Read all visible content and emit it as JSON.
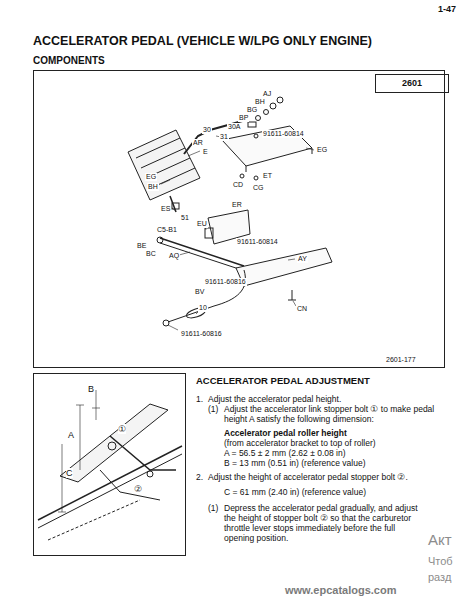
{
  "diagram": {
    "title": "ACCELERATOR PEDAL (VEHICLE W/LPG ONLY ENGINE)",
    "nodes": [
      {
        "text": [
          "COMPONENTS"
        ]
      },
      {
        "text": [
          "2601"
        ],
        "in": 0
      }
    ],
    "labels": [
      "1-47",
      "AJ",
      "BH",
      "BG",
      "BP",
      "30A",
      "31",
      "30",
      "91611-60814",
      "AR",
      "E",
      "EG",
      "BH",
      "EG",
      "CD",
      "CG",
      "ET",
      "ES",
      "51",
      "EU",
      "ER",
      "91611-60814",
      "C5-B1",
      "BE",
      "BC",
      "AQ",
      "AY",
      "91611-60816",
      "BV",
      "10",
      "CN",
      "91611-60816",
      "2601-177",
      "B",
      "A",
      "①",
      "C",
      "②",
      "ACCELERATOR PEDAL ADJUSTMENT",
      "1.",
      "Adjust the accelerator pedal height.",
      "(1)",
      "Adjust the accelerator link stopper bolt ① to make pedal height A satisfy the following dimension:",
      "Accelerator pedal roller height",
      "(from accelerator bracket to top of roller)",
      "A = 56.5 ± 2 mm (2.62 ± 0.08 in)",
      "B = 13 mm (0.51 in) (reference value)",
      "2.",
      "Adjust the height of accelerator pedal stopper bolt ②.",
      "C = 61 mm (2.40 in) (reference value)",
      "(1)",
      "Depress the accelerator pedal gradually, and adjust the height of stopper bolt ② so that the carburetor throttle lever stops immediately before the full opening position.",
      "www.epcatalogs.com",
      "Акт",
      "Чтоб",
      "разд"
    ]
  }
}
